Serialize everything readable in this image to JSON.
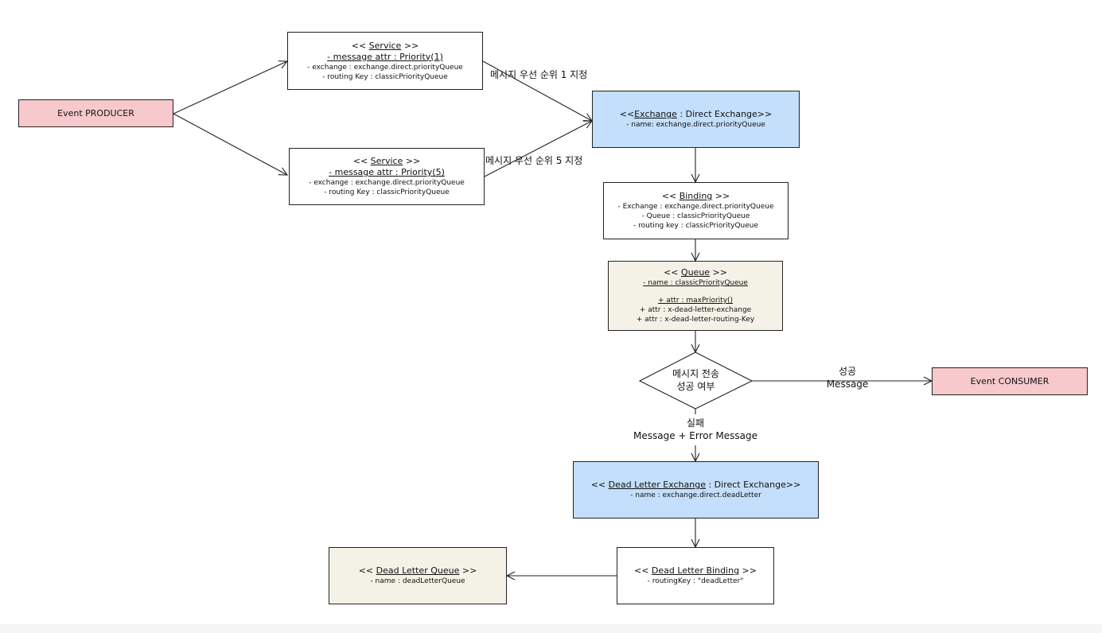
{
  "producer": {
    "label": "Event PRODUCER"
  },
  "service1": {
    "stereotype_open": "<< ",
    "stereotype_name": "Service",
    "stereotype_close": " >>",
    "attr": "- message attr : Priority(1)",
    "exchange": "- exchange : exchange.direct.priorityQueue",
    "routing": "- routing Key : classicPriorityQueue"
  },
  "service2": {
    "stereotype_open": "<< ",
    "stereotype_name": "Service",
    "stereotype_close": " >>",
    "attr": "- message attr : Priority(5)",
    "exchange": "- exchange : exchange.direct.priorityQueue",
    "routing": "- routing Key : classicPriorityQueue"
  },
  "edge_labels": {
    "priority1": "메시지 우선 순위 1 지정",
    "priority5": "메시지 우선 순위 5 지정",
    "success_kr": "성공",
    "success_en": "Message",
    "fail_kr": "실패",
    "fail_en": "Message + Error Message"
  },
  "exchange": {
    "open": "<<",
    "name": "Exchange",
    "rest": " : Direct Exchange>>",
    "attr": "- name: exchange.direct.priorityQueue"
  },
  "binding": {
    "open": "<< ",
    "name": "Binding",
    "close": " >>",
    "exchange": "- Exchange : exchange.direct.priorityQueue",
    "queue": "- Queue : classicPriorityQueue",
    "routing": "- routing key : classicPriorityQueue"
  },
  "queue": {
    "open": "<< ",
    "name": "Queue",
    "close": " >>",
    "attr_name": "- name : classicPriorityQueue",
    "attr1": "+ attr : maxPriority()",
    "attr2": "+ attr : x-dead-letter-exchange",
    "attr3": "+ attr : x-dead-letter-routing-Key"
  },
  "decision": {
    "line1": "메시지 전송",
    "line2": "성공 여부"
  },
  "consumer": {
    "label": "Event CONSUMER"
  },
  "dl_exchange": {
    "open": "<< ",
    "name": "Dead Letter Exchange",
    "rest": " : Direct Exchange>>",
    "attr": "- name : exchange.direct.deadLetter"
  },
  "dl_binding": {
    "open": "<< ",
    "name": "Dead Letter Binding",
    "close": " >>",
    "attr": "- routingKey : \"deadLetter\""
  },
  "dl_queue": {
    "open": "<< ",
    "name": "Dead Letter Queue",
    "close": " >>",
    "attr": "- name : deadLetterQueue"
  }
}
